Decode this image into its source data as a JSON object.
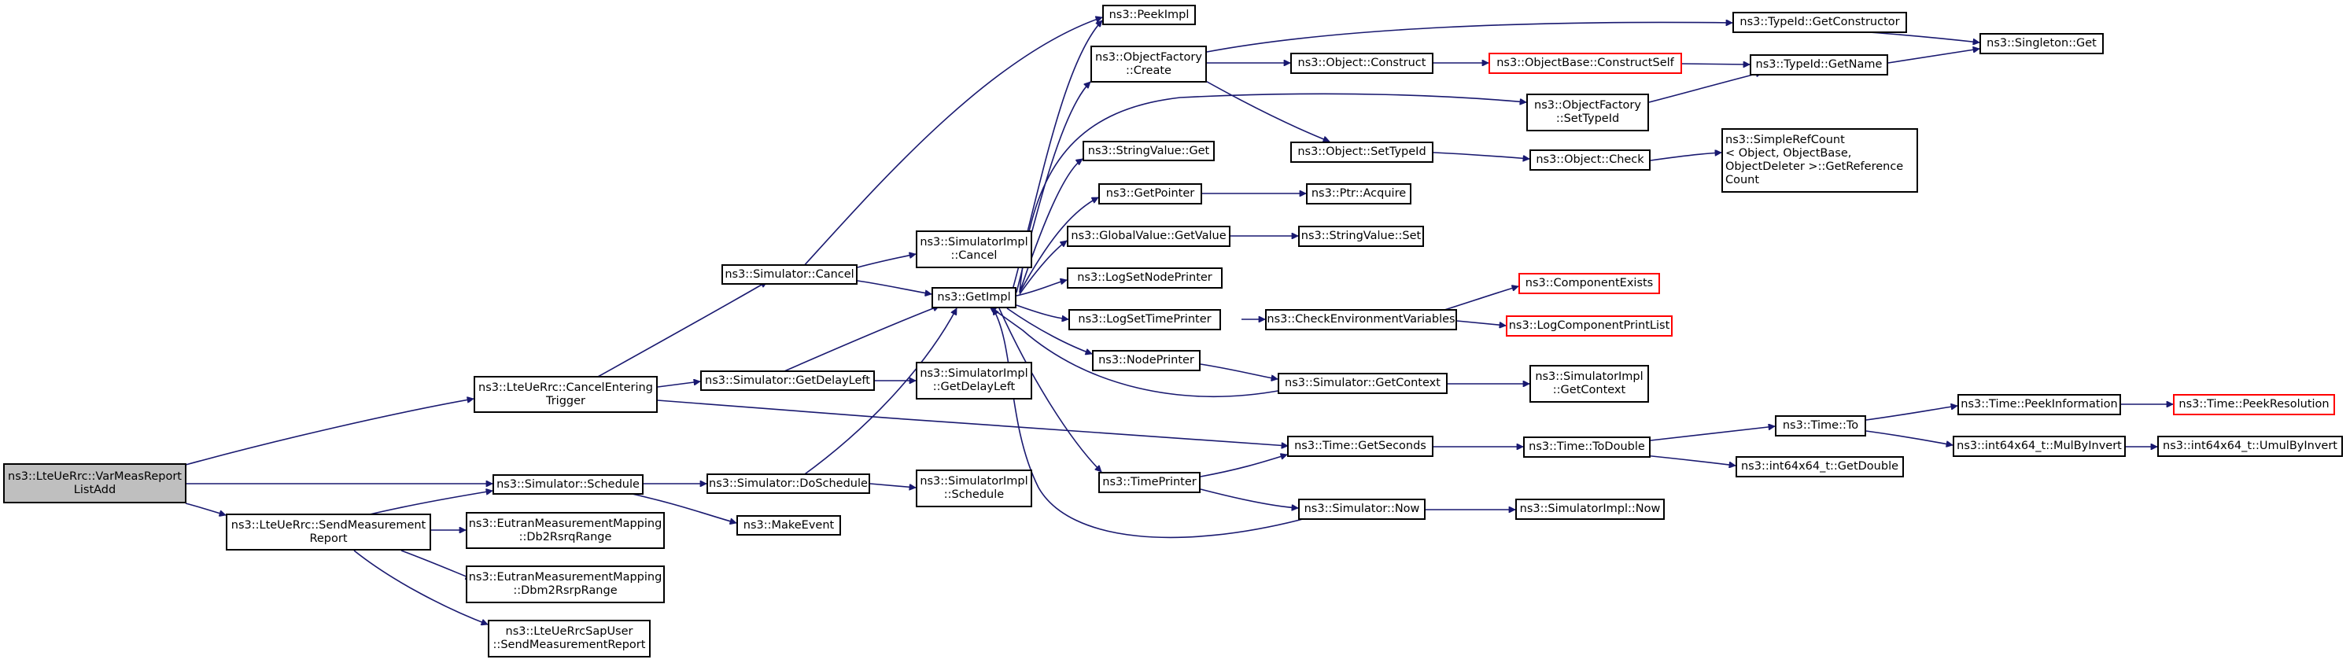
{
  "graph": {
    "edge_color": "#191970",
    "root_fill": "#bfbfbf",
    "missing_border": "#ff0000",
    "nodes": [
      {
        "id": "varmeas",
        "label": "ns3::LteUeRrc::VarMeasReport\nListAdd",
        "root": true
      },
      {
        "id": "cancelent",
        "label": "ns3::LteUeRrc::CancelEntering\nTrigger"
      },
      {
        "id": "schedule",
        "label": "ns3::Simulator::Schedule"
      },
      {
        "id": "sendmeas",
        "label": "ns3::LteUeRrc::SendMeasurement\nReport"
      },
      {
        "id": "simcancel",
        "label": "ns3::Simulator::Cancel"
      },
      {
        "id": "delayleft",
        "label": "ns3::Simulator::GetDelayLeft"
      },
      {
        "id": "doschedule",
        "label": "ns3::Simulator::DoSchedule"
      },
      {
        "id": "makeevent",
        "label": "ns3::MakeEvent"
      },
      {
        "id": "db2rsrq",
        "label": "ns3::EutranMeasurementMapping\n::Db2RsrqRange"
      },
      {
        "id": "dbm2rsrp",
        "label": "ns3::EutranMeasurementMapping\n::Dbm2RsrpRange"
      },
      {
        "id": "sapuser",
        "label": "ns3::LteUeRrcSapUser\n::SendMeasurementReport"
      },
      {
        "id": "implcancel",
        "label": "ns3::SimulatorImpl\n::Cancel"
      },
      {
        "id": "getimpl",
        "label": "ns3::GetImpl"
      },
      {
        "id": "impldelay",
        "label": "ns3::SimulatorImpl\n::GetDelayLeft"
      },
      {
        "id": "implschedule",
        "label": "ns3::SimulatorImpl\n::Schedule"
      },
      {
        "id": "peekimpl",
        "label": "ns3::PeekImpl"
      },
      {
        "id": "objfcreate",
        "label": "ns3::ObjectFactory\n::Create"
      },
      {
        "id": "strget",
        "label": "ns3::StringValue::Get"
      },
      {
        "id": "getpointer",
        "label": "ns3::GetPointer"
      },
      {
        "id": "globalget",
        "label": "ns3::GlobalValue::GetValue"
      },
      {
        "id": "lognode",
        "label": "ns3::LogSetNodePrinter"
      },
      {
        "id": "logtime",
        "label": "ns3::LogSetTimePrinter"
      },
      {
        "id": "nodeprinter",
        "label": "ns3::NodePrinter"
      },
      {
        "id": "timeprinter",
        "label": "ns3::TimePrinter"
      },
      {
        "id": "objconstruct",
        "label": "ns3::Object::Construct"
      },
      {
        "id": "objsettypeid",
        "label": "ns3::Object::SetTypeId"
      },
      {
        "id": "ptracquire",
        "label": "ns3::Ptr::Acquire"
      },
      {
        "id": "strset",
        "label": "ns3::StringValue::Set"
      },
      {
        "id": "checkenv",
        "label": "ns3::CheckEnvironmentVariables"
      },
      {
        "id": "getcontext",
        "label": "ns3::Simulator::GetContext"
      },
      {
        "id": "getseconds",
        "label": "ns3::Time::GetSeconds"
      },
      {
        "id": "simnow",
        "label": "ns3::Simulator::Now"
      },
      {
        "id": "objbase",
        "label": "ns3::ObjectBase::ConstructSelf",
        "missing": true
      },
      {
        "id": "compexists",
        "label": "ns3::ComponentExists",
        "missing": true
      },
      {
        "id": "logcomplist",
        "label": "ns3::LogComponentPrintList",
        "missing": true
      },
      {
        "id": "typeidgetctor",
        "label": "ns3::TypeId::GetConstructor"
      },
      {
        "id": "objfsettypeid",
        "label": "ns3::ObjectFactory\n::SetTypeId"
      },
      {
        "id": "objcheck",
        "label": "ns3::Object::Check"
      },
      {
        "id": "implgetctx",
        "label": "ns3::SimulatorImpl\n::GetContext"
      },
      {
        "id": "todouble",
        "label": "ns3::Time::ToDouble"
      },
      {
        "id": "implnow",
        "label": "ns3::SimulatorImpl::Now"
      },
      {
        "id": "typeidgetname",
        "label": "ns3::TypeId::GetName"
      },
      {
        "id": "refcount",
        "label": "ns3::SimpleRefCount\n< Object, ObjectBase,\n ObjectDeleter >::GetReference\nCount"
      },
      {
        "id": "timeto",
        "label": "ns3::Time::To"
      },
      {
        "id": "getdouble",
        "label": "ns3::int64x64_t::GetDouble"
      },
      {
        "id": "singleton",
        "label": "ns3::Singleton::Get"
      },
      {
        "id": "peekinfo",
        "label": "ns3::Time::PeekInformation"
      },
      {
        "id": "mulbyinv",
        "label": "ns3::int64x64_t::MulByInvert"
      },
      {
        "id": "peekres",
        "label": "ns3::Time::PeekResolution",
        "missing": true
      },
      {
        "id": "umulbyinv",
        "label": "ns3::int64x64_t::UmulByInvert"
      }
    ]
  }
}
